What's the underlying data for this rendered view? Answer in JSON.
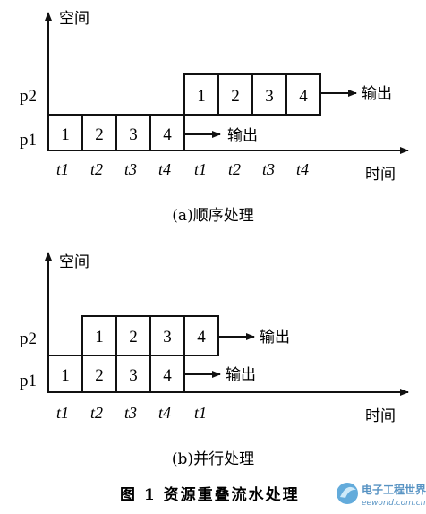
{
  "diagram_a": {
    "y_axis_label": "空间",
    "x_axis_label": "时间",
    "rows": [
      "p2",
      "p1"
    ],
    "p2_cells": [
      "1",
      "2",
      "3",
      "4"
    ],
    "p1_cells": [
      "1",
      "2",
      "3",
      "4"
    ],
    "p2_output": "输出",
    "p1_output": "输出",
    "ticks": [
      "t1",
      "t2",
      "t3",
      "t4",
      "t1",
      "t2",
      "t3",
      "t4"
    ],
    "caption": "(a)顺序处理"
  },
  "diagram_b": {
    "y_axis_label": "空间",
    "x_axis_label": "时间",
    "rows": [
      "p2",
      "p1"
    ],
    "p2_cells": [
      "1",
      "2",
      "3",
      "4"
    ],
    "p1_cells": [
      "1",
      "2",
      "3",
      "4"
    ],
    "p2_output": "输出",
    "p1_output": "输出",
    "ticks": [
      "t1",
      "t2",
      "t3",
      "t4",
      "t1"
    ],
    "caption": "(b)并行处理"
  },
  "figure_caption": "图 1   资源重叠流水处理",
  "watermark": {
    "name": "电子工程世界",
    "url": "eeworld.com.cn"
  }
}
